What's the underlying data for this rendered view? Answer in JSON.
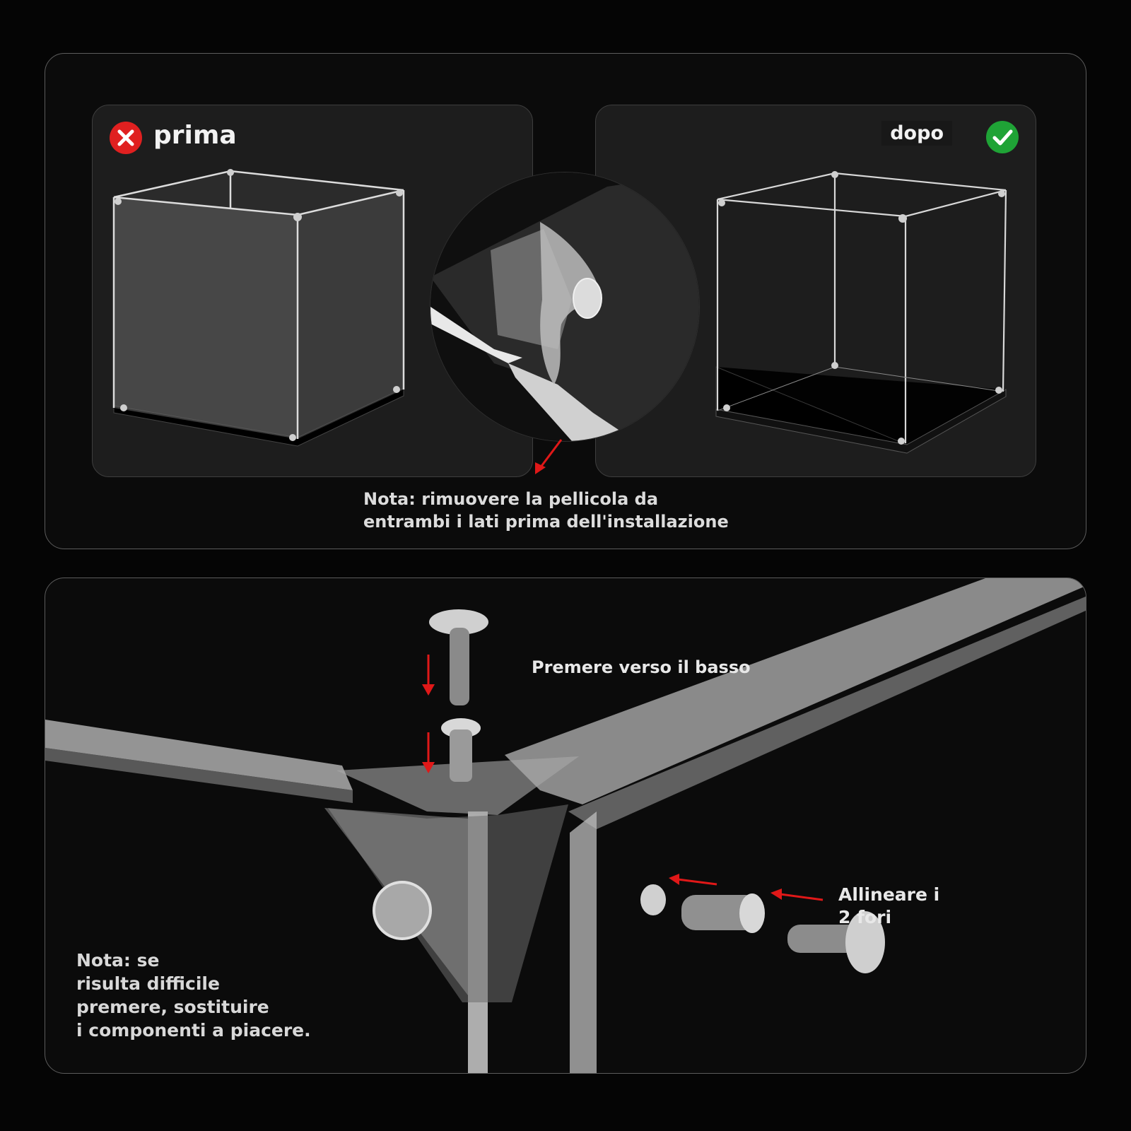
{
  "top": {
    "before": {
      "label": "prima",
      "icon": "x-circle-icon",
      "icon_color": "#e02020"
    },
    "after": {
      "label": "dopo",
      "icon": "check-circle-icon",
      "icon_color": "#1fa336"
    },
    "note_line1": "Nota: rimuovere la pellicola da",
    "note_line2": "entrambi i lati prima dell'installazione"
  },
  "bottom": {
    "press_label": "Premere verso il basso",
    "align_line1": "Allineare i",
    "align_line2": "2 fori",
    "note_line1": "Nota: se",
    "note_line2": "risulta difficile",
    "note_line3": "premere, sostituire",
    "note_line4": "i componenti a piacere."
  },
  "colors": {
    "arrow": "#e01818",
    "background": "#050505"
  }
}
